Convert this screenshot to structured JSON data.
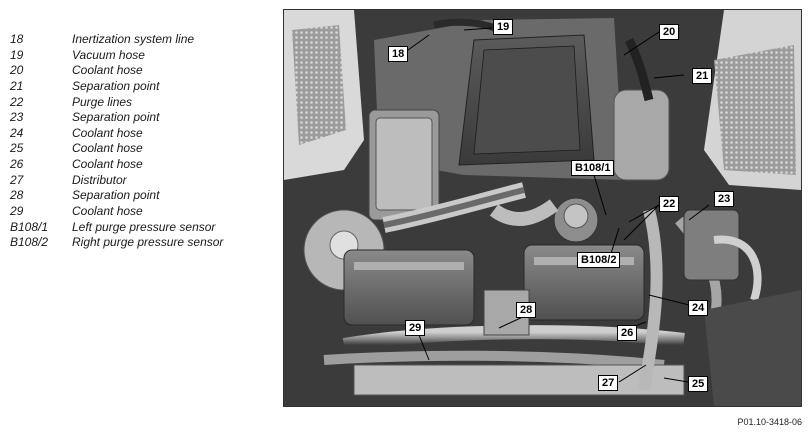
{
  "legend": [
    {
      "code": "18",
      "desc": "Inertization system line"
    },
    {
      "code": "19",
      "desc": "Vacuum hose"
    },
    {
      "code": "20",
      "desc": "Coolant hose"
    },
    {
      "code": "21",
      "desc": "Separation point"
    },
    {
      "code": "22",
      "desc": "Purge lines"
    },
    {
      "code": "23",
      "desc": "Separation point"
    },
    {
      "code": "24",
      "desc": "Coolant hose"
    },
    {
      "code": "25",
      "desc": "Coolant hose"
    },
    {
      "code": "26",
      "desc": "Coolant hose"
    },
    {
      "code": "27",
      "desc": "Distributor"
    },
    {
      "code": "28",
      "desc": "Separation point"
    },
    {
      "code": "29",
      "desc": "Coolant hose"
    },
    {
      "code": "B108/1",
      "desc": "Left purge pressure sensor"
    },
    {
      "code": "B108/2",
      "desc": "Right purge pressure sensor"
    }
  ],
  "callouts": {
    "c18": "18",
    "c19": "19",
    "c20": "20",
    "c21": "21",
    "c22": "22",
    "c23": "23",
    "c24": "24",
    "c25": "25",
    "c26": "26",
    "c27": "27",
    "c28": "28",
    "c29": "29",
    "cb1081": "B108/1",
    "cb1082": "B108/2"
  },
  "figure_code": "P01.10-3418-06"
}
